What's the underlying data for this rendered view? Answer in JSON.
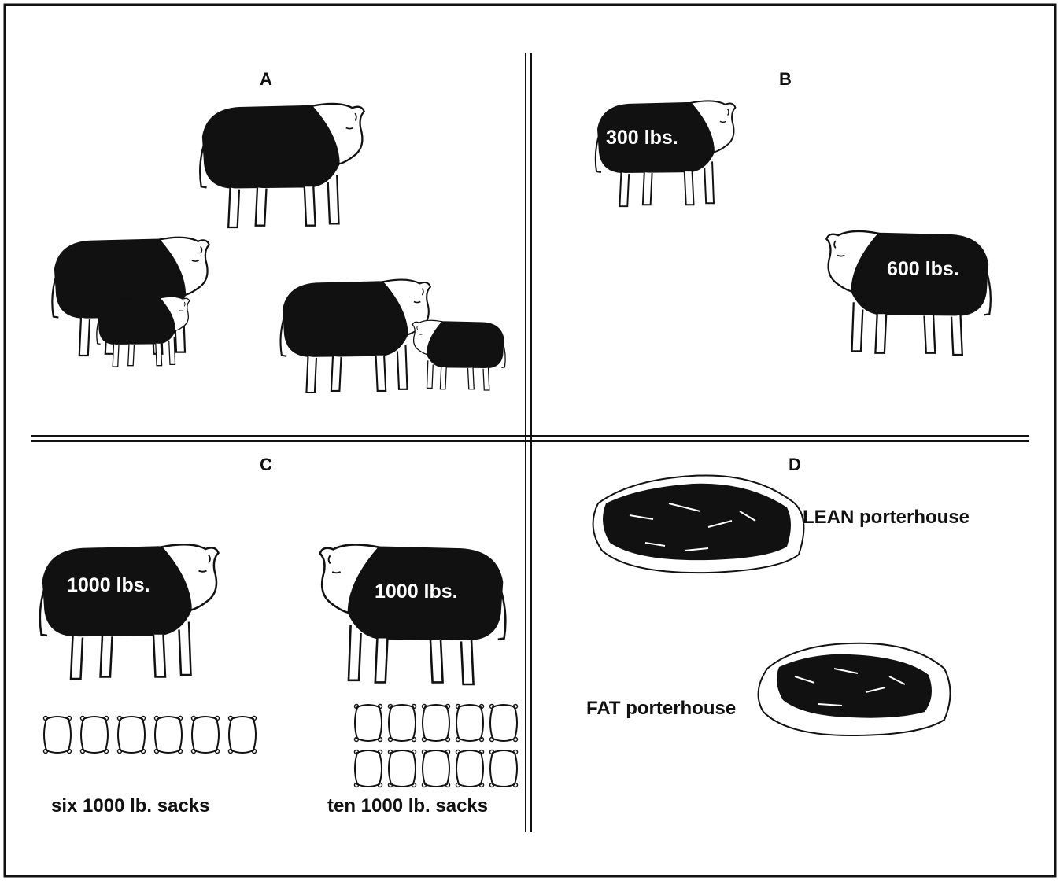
{
  "colors": {
    "ink": "#111111",
    "paper": "#ffffff"
  },
  "panels": {
    "a": {
      "letter": "A"
    },
    "b": {
      "letter": "B",
      "calf_weight": "300  lbs.",
      "steer_weight": "600  lbs."
    },
    "c": {
      "letter": "C",
      "cow_left_weight": "1000 lbs.",
      "cow_right_weight": "1000 lbs.",
      "left_caption": "six 1000 lb. sacks",
      "right_caption": "ten 1000 lb. sacks",
      "left_sack_count": 6,
      "right_sack_count": 10
    },
    "d": {
      "letter": "D",
      "lean_label": "LEAN porterhouse",
      "fat_label": "FAT porterhouse"
    }
  }
}
